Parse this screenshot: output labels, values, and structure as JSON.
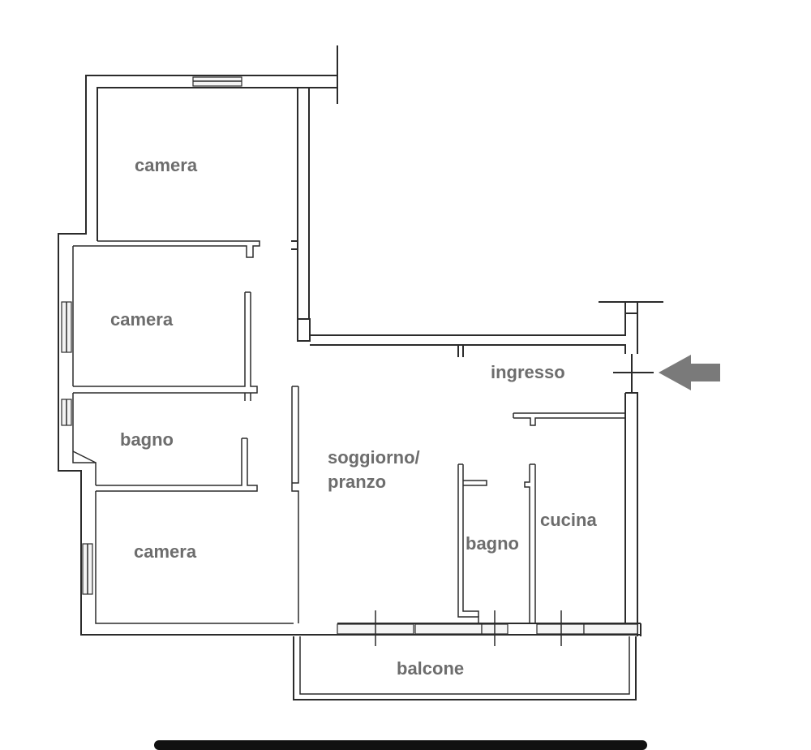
{
  "rooms": {
    "camera_top": "camera",
    "camera_middle": "camera",
    "bagno_left": "bagno",
    "camera_bottom": "camera",
    "soggiorno_line1": "soggiorno/",
    "soggiorno_line2": "pranzo",
    "ingresso": "ingresso",
    "bagno_right": "bagno",
    "cucina": "cucina",
    "balcone": "balcone"
  },
  "colors": {
    "walls": "#2b2b2b",
    "labels": "#6d6d6d",
    "entrance_arrow": "#7a7a7a"
  },
  "icons": {
    "entrance": "arrow-left-icon"
  }
}
